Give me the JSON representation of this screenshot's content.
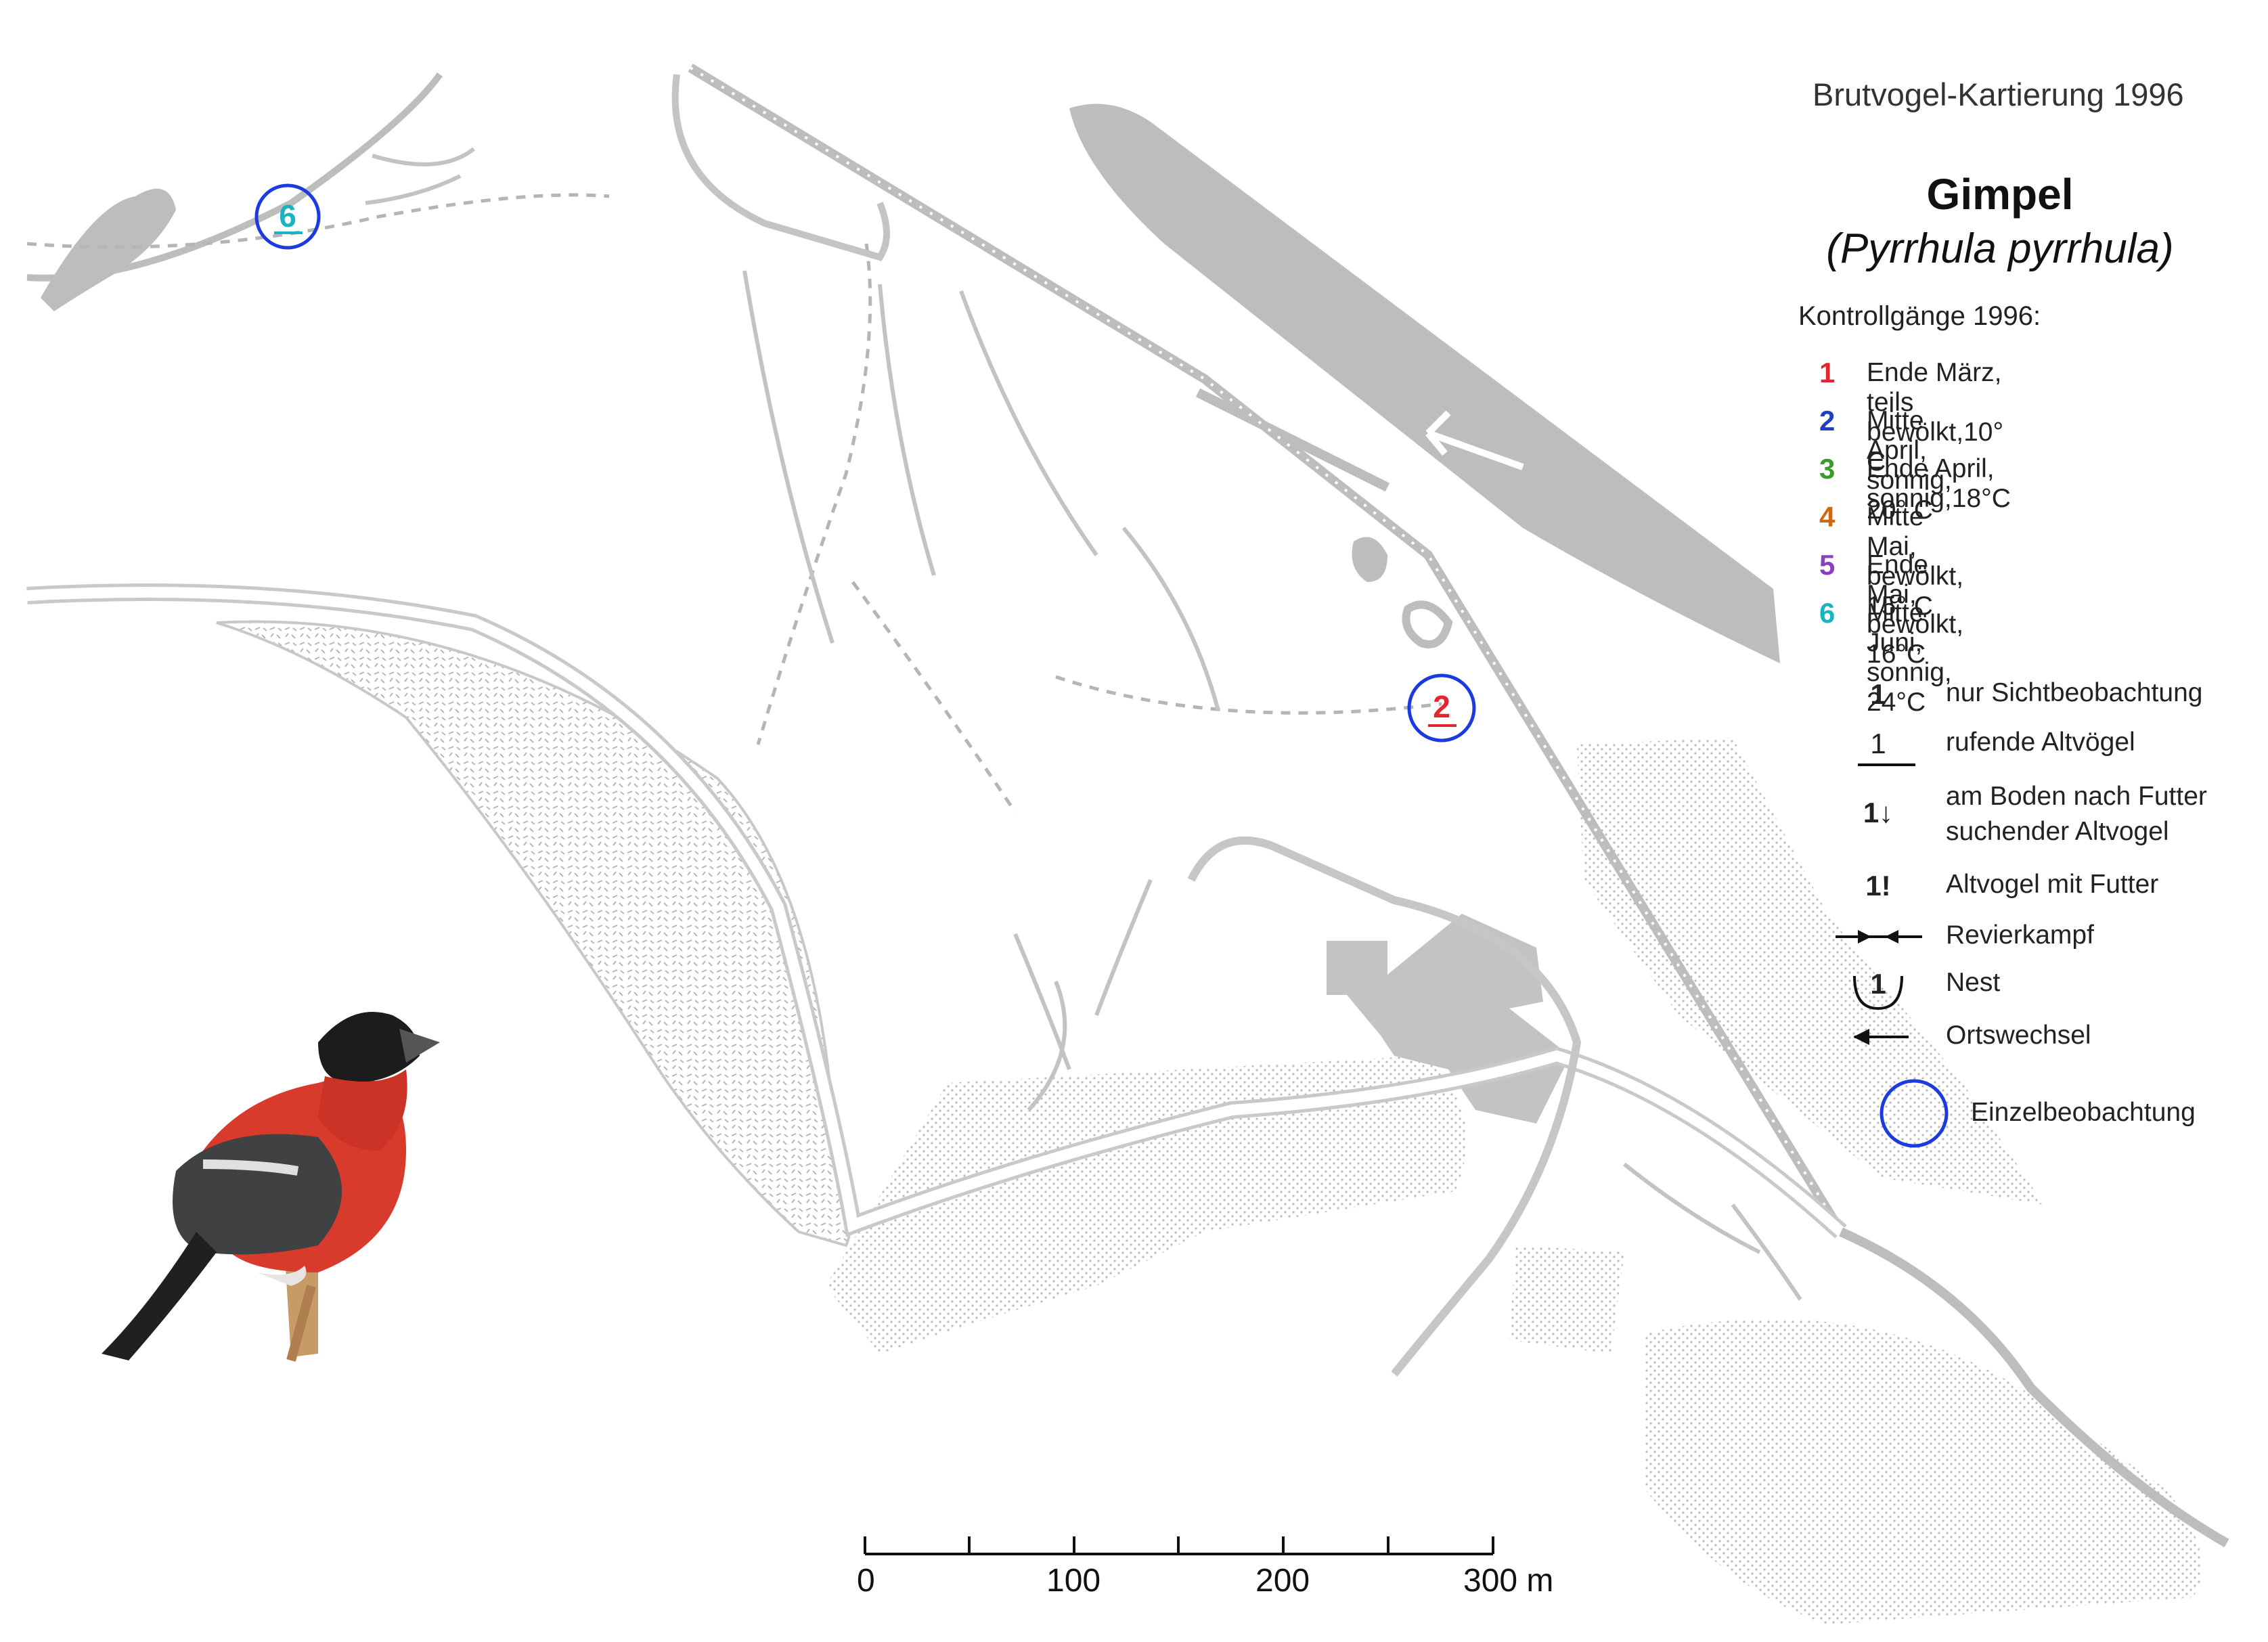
{
  "title": "Brutvogel-Kartierung 1996",
  "species": {
    "name": "Gimpel",
    "latin": "(Pyrrhula pyrrhula)"
  },
  "controls": {
    "title": "Kontrollgänge 1996:",
    "items": [
      {
        "num": "1",
        "label": "Ende März, teils bewölkt,10° C",
        "color": "#e3262d"
      },
      {
        "num": "2",
        "label": "Mitte April, sonnig, 20° C",
        "color": "#1f3fc4"
      },
      {
        "num": "3",
        "label": "Ende April, sonnig,18°C",
        "color": "#3a9a2b"
      },
      {
        "num": "4",
        "label": "Mitte Mai, bewölkt, 15° C",
        "color": "#cc6a12"
      },
      {
        "num": "5",
        "label": "Ende Mai, bewölkt, 16°C",
        "color": "#8a3fc0"
      },
      {
        "num": "6",
        "label": "Mitte Juni, sonnig, 24°C",
        "color": "#19b4c4"
      }
    ]
  },
  "legend": {
    "sight": {
      "symbol": "1",
      "label": "nur Sichtbeobachtung"
    },
    "calling": {
      "symbol": "1",
      "label": "rufende Altvögel"
    },
    "ground_1": {
      "symbol": "1↓",
      "label": "am Boden nach Futter"
    },
    "ground_2": {
      "label": "suchender Altvogel"
    },
    "food": {
      "symbol": "1!",
      "label": "Altvogel mit Futter"
    },
    "fight": {
      "label": "Revierkampf",
      "icon": "converging-arrows-icon"
    },
    "nest": {
      "symbol": "1",
      "label": "Nest",
      "icon": "nest-arc-icon"
    },
    "move": {
      "label": "Ortswechsel",
      "icon": "arrow-left-icon"
    },
    "single": {
      "label": "Einzelbeobachtung",
      "icon": "blue-circle-icon"
    }
  },
  "observations": [
    {
      "num": "6",
      "color": "#19b4c4",
      "type": "rufende Altvögel",
      "circled": true
    },
    {
      "num": "2",
      "color": "#e3262d",
      "type": "rufende Altvögel",
      "circled": true
    }
  ],
  "scale": {
    "ticks": [
      "0",
      "100",
      "200",
      "300 m"
    ]
  },
  "colors": {
    "map_gray": "#bdbdbd",
    "circle": "#1b3ae0",
    "dots": "#c4c4c4"
  }
}
